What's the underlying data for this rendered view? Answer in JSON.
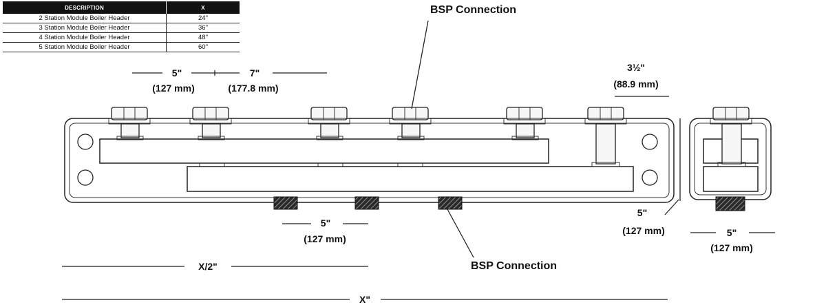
{
  "table": {
    "headers": [
      "DESCRIPTION",
      "X"
    ],
    "rows": [
      {
        "description": "2 Station Module Boiler Header",
        "x": "24\""
      },
      {
        "description": "3 Station Module Boiler Header",
        "x": "36\""
      },
      {
        "description": "4 Station Module Boiler Header",
        "x": "48\""
      },
      {
        "description": "5 Station Module Boiler Header",
        "x": "60\""
      }
    ]
  },
  "labels": {
    "bsp_top": "BSP Connection",
    "bsp_bottom": "BSP Connection",
    "dim_5_top": "5\"",
    "dim_5_top_mm": "(127 mm)",
    "dim_7_top": "7\"",
    "dim_7_top_mm": "(177.8 mm)",
    "dim_3half": "3½\"",
    "dim_3half_mm": "(88.9 mm)",
    "dim_5_bottom": "5\"",
    "dim_5_bottom_mm": "(127 mm)",
    "dim_5_height": "5\"",
    "dim_5_height_mm": "(127 mm)",
    "dim_5_side": "5\"",
    "dim_5_side_mm": "(127 mm)",
    "dim_half_x": "X/2\"",
    "dim_x": "X\""
  }
}
